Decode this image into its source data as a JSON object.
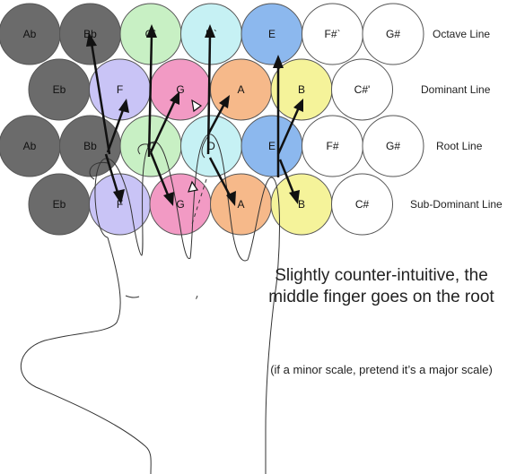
{
  "rows": [
    {
      "label": "Octave Line",
      "notes": [
        {
          "name": "Ab",
          "color": "#6b6b6b"
        },
        {
          "name": "Bb",
          "color": "#6b6b6b"
        },
        {
          "name": "C`",
          "color": "#c8f0c4"
        },
        {
          "name": "D`",
          "color": "#c6f1f4"
        },
        {
          "name": "E",
          "color": "#8cb8ee"
        },
        {
          "name": "F#`",
          "color": "#ffffff"
        },
        {
          "name": "G#",
          "color": "#ffffff"
        }
      ]
    },
    {
      "label": "Dominant Line",
      "notes": [
        {
          "name": "Eb",
          "color": "#6b6b6b"
        },
        {
          "name": "F",
          "color": "#c9c4f6"
        },
        {
          "name": "G",
          "color": "#f29ac4"
        },
        {
          "name": "A",
          "color": "#f6b98a"
        },
        {
          "name": "B",
          "color": "#f5f39a"
        },
        {
          "name": "C#'",
          "color": "#ffffff"
        }
      ]
    },
    {
      "label": "Root Line",
      "notes": [
        {
          "name": "Ab",
          "color": "#6b6b6b"
        },
        {
          "name": "Bb",
          "color": "#6b6b6b"
        },
        {
          "name": "C",
          "color": "#c8f0c4"
        },
        {
          "name": "D",
          "color": "#c6f1f4"
        },
        {
          "name": "E",
          "color": "#8cb8ee"
        },
        {
          "name": "F#",
          "color": "#ffffff"
        },
        {
          "name": "G#",
          "color": "#ffffff"
        }
      ]
    },
    {
      "label": "Sub-Dominant Line",
      "notes": [
        {
          "name": "Eb",
          "color": "#6b6b6b"
        },
        {
          "name": "F",
          "color": "#c9c4f6"
        },
        {
          "name": "G",
          "color": "#f29ac4"
        },
        {
          "name": "A",
          "color": "#f6b98a"
        },
        {
          "name": "B",
          "color": "#f5f39a"
        },
        {
          "name": "C#",
          "color": "#ffffff"
        }
      ]
    }
  ],
  "note_main": "Slightly counter-intuitive, the middle finger goes on the root",
  "note_sub": "(if a minor scale, pretend it’s a major scale)"
}
